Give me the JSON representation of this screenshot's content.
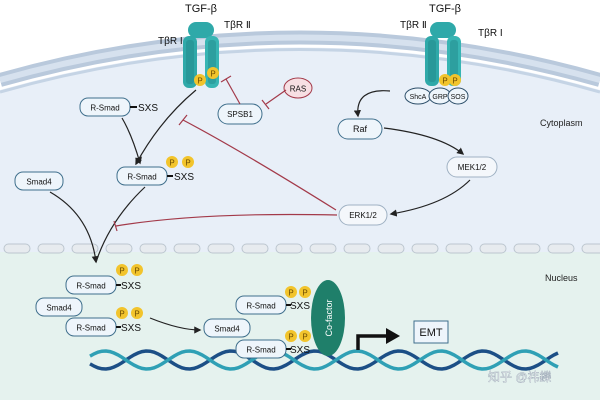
{
  "labels": {
    "tgf_left": "TGF-β",
    "tgf_right": "TGF-β",
    "tbr1_left": "TβR I",
    "tbr2_left": "TβR Ⅱ",
    "tbr2_right": "TβR Ⅱ",
    "tbr1_right": "TβR I",
    "p": "P",
    "ras": "RAS",
    "spsb1": "SPSB1",
    "shca": "ShcA",
    "grp": "GRP",
    "sos": "SOS",
    "raf": "Raf",
    "mek": "MEK1/2",
    "erk": "ERK1/2",
    "rsmad": "R-Smad",
    "sxs": "SXS",
    "smad4": "Smad4",
    "cofactor": "Co-factor",
    "emt": "EMT",
    "cytoplasm": "Cytoplasm",
    "nucleus": "Nucleus",
    "watermark": "知乎 @祎鑠"
  },
  "colors": {
    "cytoplasm_bg": "#e8eff8",
    "nucleus_bg": "#e5f2ee",
    "receptor": "#2fa9a9",
    "receptor_dark": "#1f7f82",
    "phospho": "#f2c42c",
    "node_stroke": "#3f6f8c",
    "node_fill": "#eef5fb",
    "inhibit": "#a33a4a",
    "ras_fill": "#f7dfe3",
    "cofactor": "#1f7f6a",
    "dna_a": "#1c4f86",
    "dna_b": "#2fa0b5"
  }
}
